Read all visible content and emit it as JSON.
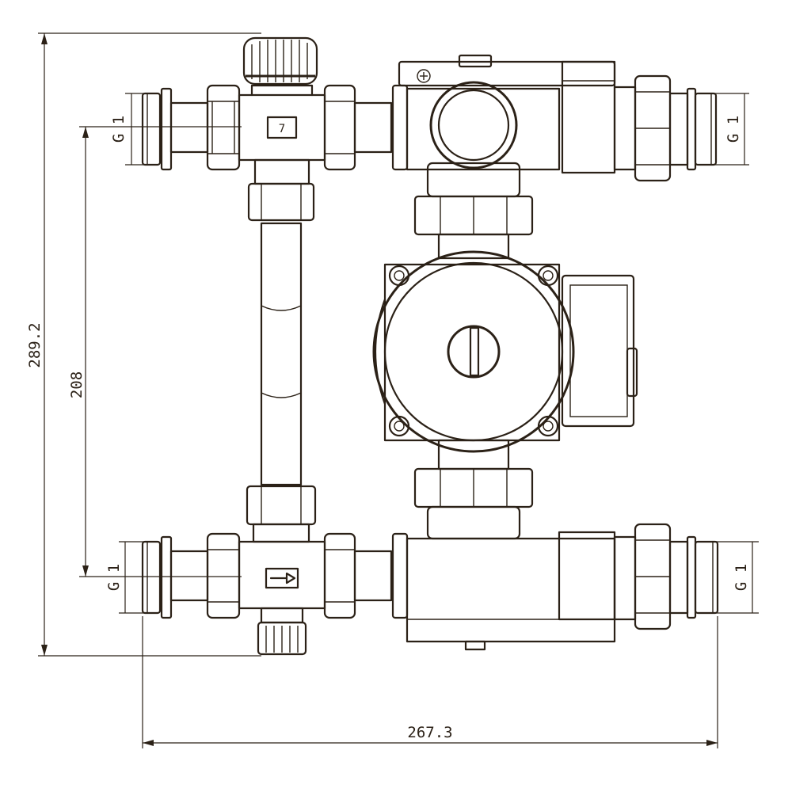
{
  "dimensions": {
    "overall_height": "289.2",
    "pipe_centers": "208",
    "overall_width": "267.3"
  },
  "threads": {
    "top_left": "G 1",
    "top_right": "G 1",
    "bottom_left": "G 1",
    "bottom_right": "G 1"
  },
  "markings": {
    "top_valve_label": "7"
  },
  "colors": {
    "line": "#2b2117",
    "background": "#ffffff"
  }
}
